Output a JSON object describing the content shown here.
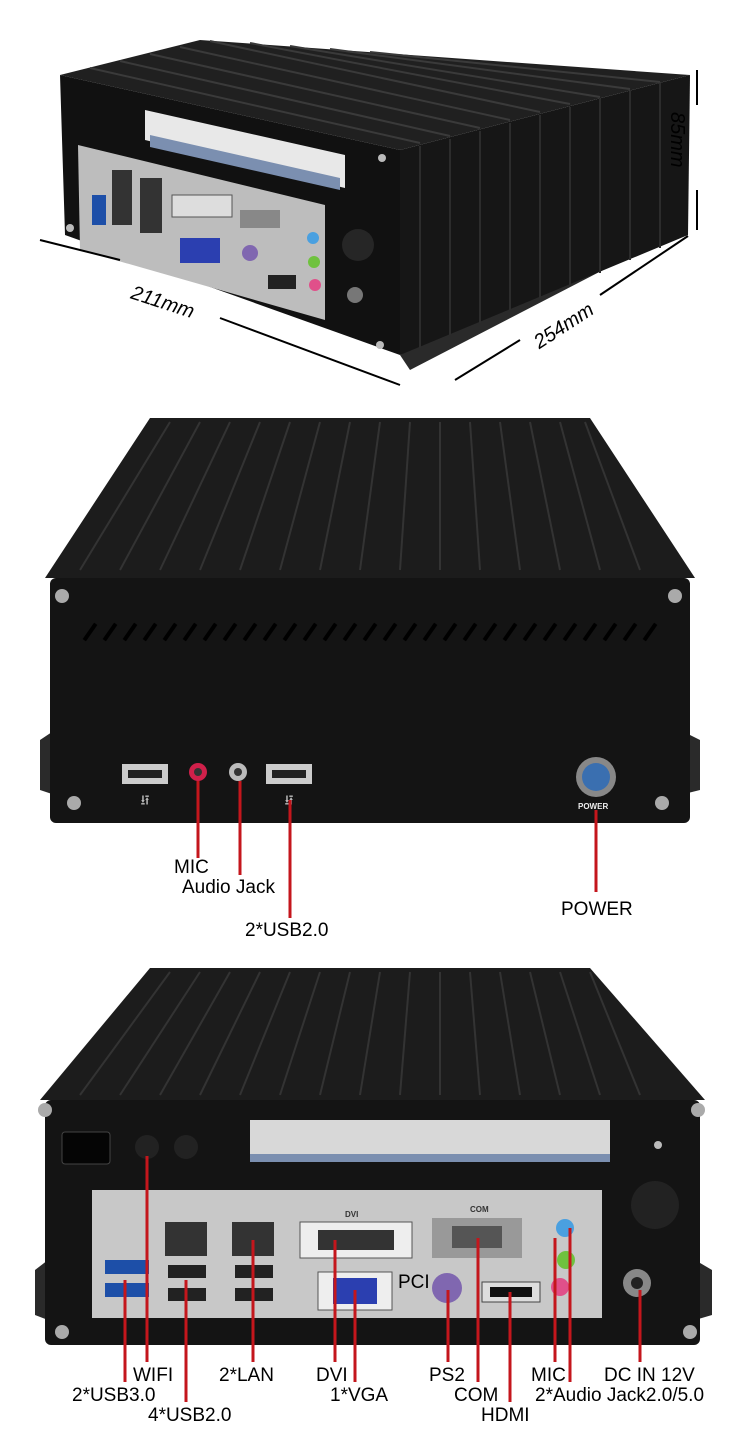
{
  "dimensions": {
    "width": "211mm",
    "depth": "254mm",
    "height": "85mm"
  },
  "front_labels": {
    "mic": "MIC",
    "audio_jack": "Audio Jack",
    "usb": "2*USB2.0",
    "power": "POWER",
    "power_button_text": "POWER"
  },
  "rear_labels": {
    "wifi": "WIFI",
    "usb3": "2*USB3.0",
    "lan": "2*LAN",
    "usb2": "4*USB2.0",
    "dvi": "DVI",
    "vga": "1*VGA",
    "pci": "PCI",
    "ps2": "PS2",
    "com": "COM",
    "hdmi": "HDMI",
    "mic": "MIC",
    "audio_jack": "2*Audio Jack2.0/5.0",
    "dc_in": "DC IN 12V",
    "io_com_text": "COM",
    "io_dvi_text": "DVI"
  },
  "colors": {
    "chassis": "#1a1a1a",
    "callout_line": "#c4161c",
    "io_plate": "#c8c8c8"
  }
}
